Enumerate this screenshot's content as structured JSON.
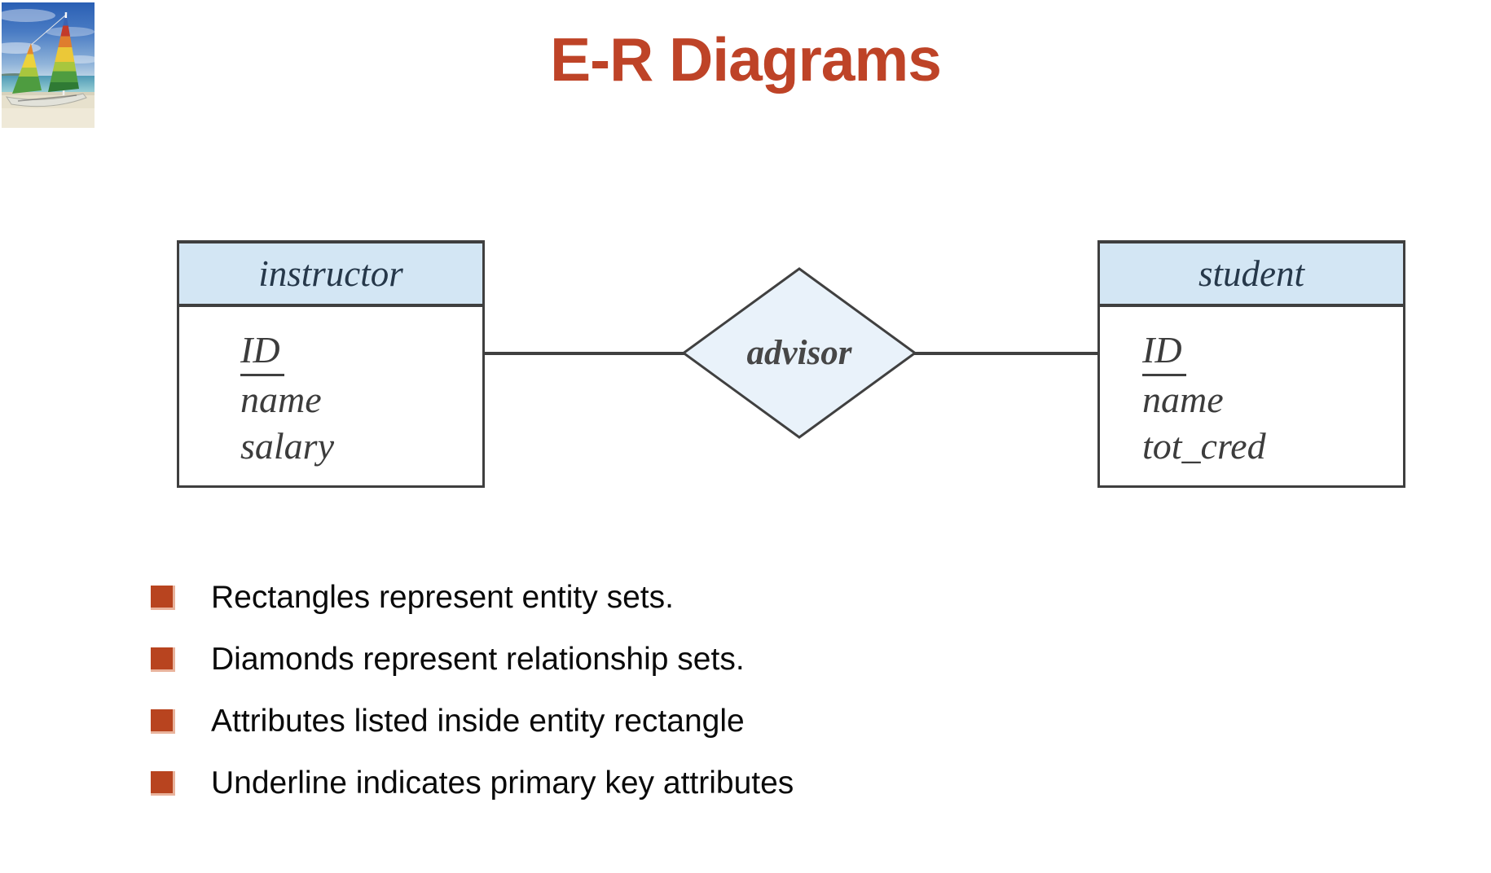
{
  "slide": {
    "title": "E-R Diagrams",
    "title_color": "#BE4327",
    "logo_icon": "sailboat-beach-photo"
  },
  "diagram": {
    "entities": [
      {
        "name": "instructor",
        "attributes": [
          "ID",
          "name",
          "salary"
        ],
        "primary_key": "ID"
      },
      {
        "name": "student",
        "attributes": [
          "ID",
          "name",
          "tot_cred"
        ],
        "primary_key": "ID"
      }
    ],
    "relationship": {
      "name": "advisor"
    },
    "colors": {
      "entity_header_fill": "#D3E6F4",
      "diamond_fill": "#E9F2FA",
      "border": "#3F3F3F"
    }
  },
  "bullets": {
    "marker_icon": "square-bullet",
    "marker_color": "#B8441F",
    "items": [
      "Rectangles represent entity sets.",
      "Diamonds represent relationship sets.",
      "Attributes listed inside entity rectangle",
      "Underline indicates primary key attributes"
    ]
  }
}
